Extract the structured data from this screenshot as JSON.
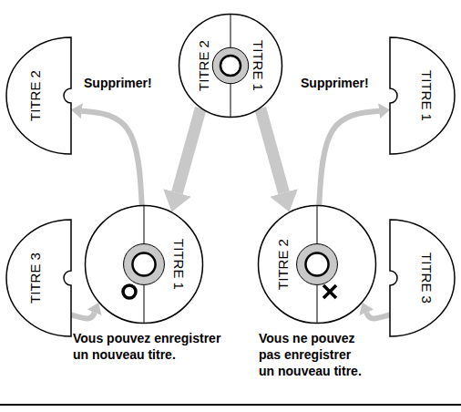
{
  "diagram": {
    "nodes": [
      {
        "text": [
          "TITRE 2",
          "TITRE 1"
        ]
      },
      {
        "text": [
          "TITRE 2"
        ]
      },
      {
        "text": [
          "TITRE 1"
        ]
      },
      {
        "text": [
          "TITRE 1"
        ]
      },
      {
        "text": [
          "TITRE 2"
        ]
      },
      {
        "text": [
          "TITRE 3"
        ]
      },
      {
        "text": [
          "TITRE 3"
        ]
      }
    ],
    "edges": [
      {
        "from": 0,
        "to": 3,
        "arrow": "to"
      },
      {
        "from": 0,
        "to": 4,
        "arrow": "to"
      },
      {
        "from": 3,
        "to": 1,
        "arrow": "to"
      },
      {
        "from": 4,
        "to": 2,
        "arrow": "to"
      },
      {
        "from": 5,
        "to": 3,
        "arrow": "to"
      },
      {
        "from": 6,
        "to": 4,
        "arrow": "to"
      }
    ],
    "labels": [
      "Supprimer!",
      "Supprimer!",
      "Vous pouvez enregistrer un nouveau titre.",
      "Vous ne pouvez pas enregistrer un nouveau titre."
    ]
  }
}
